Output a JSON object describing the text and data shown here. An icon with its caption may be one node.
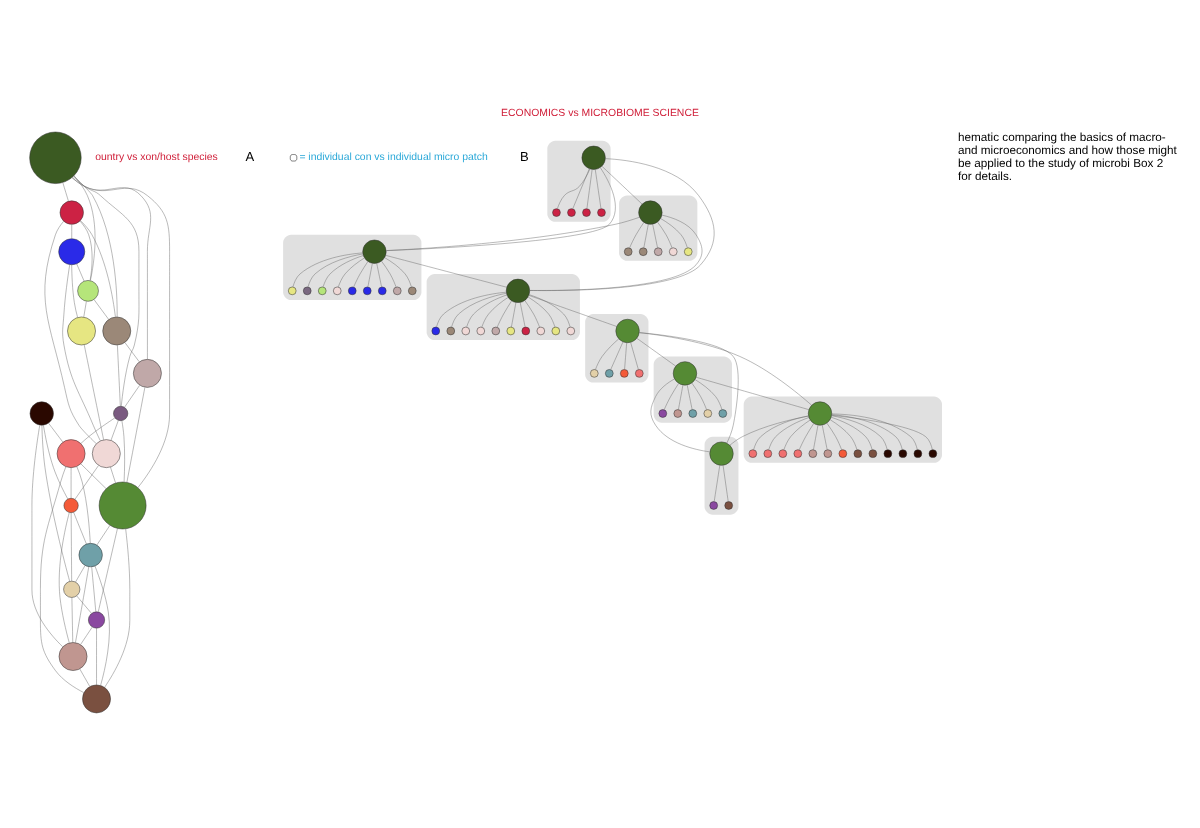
{
  "diagram": {
    "title": "ECONOMICS vs MICROBIOME SCIENCE",
    "caption": "hematic comparing the basics of macro- and microeconomics and how those might be applied to the study of microbi Box 2 for details.",
    "nodes": [
      {
        "text": [],
        "shape": "circle"
      },
      {
        "text": [],
        "shape": "circle"
      },
      {
        "text": [],
        "shape": "circle"
      },
      {
        "text": [],
        "shape": "circle"
      },
      {
        "text": [],
        "shape": "circle"
      },
      {
        "text": [],
        "shape": "circle"
      },
      {
        "text": [],
        "shape": "circle"
      },
      {
        "text": [],
        "shape": "circle"
      },
      {
        "text": [],
        "shape": "circle"
      },
      {
        "text": [],
        "shape": "circle"
      },
      {
        "text": [],
        "shape": "circle"
      },
      {
        "text": [],
        "shape": "circle"
      },
      {
        "text": [],
        "shape": "circle"
      },
      {
        "text": [],
        "shape": "circle"
      },
      {
        "text": [],
        "shape": "circle"
      },
      {
        "text": [],
        "shape": "circle"
      },
      {
        "text": [],
        "shape": "circle"
      },
      {
        "text": [],
        "shape": "circle"
      },
      {
        "text": [],
        "shape": "ellipse"
      },
      {
        "text": [],
        "shape": "circle",
        "in": 18
      },
      {
        "text": [],
        "shape": "circle",
        "in": 18
      },
      {
        "text": [],
        "shape": "circle",
        "in": 18
      },
      {
        "text": [],
        "shape": "circle",
        "in": 18
      },
      {
        "text": [],
        "shape": "circle",
        "in": 18
      },
      {
        "text": [],
        "shape": "ellipse"
      },
      {
        "text": [],
        "shape": "circle",
        "in": 24
      },
      {
        "text": [],
        "shape": "circle",
        "in": 24
      },
      {
        "text": [],
        "shape": "circle",
        "in": 24
      },
      {
        "text": [],
        "shape": "circle",
        "in": 24
      },
      {
        "text": [],
        "shape": "circle",
        "in": 24
      },
      {
        "text": [],
        "shape": "circle",
        "in": 24
      },
      {
        "text": [],
        "shape": "circle",
        "in": 24
      },
      {
        "text": [],
        "shape": "circle",
        "in": 24
      },
      {
        "text": [],
        "shape": "circle",
        "in": 24
      },
      {
        "text": [],
        "shape": "circle",
        "in": 24
      },
      {
        "text": [],
        "shape": "ellipse"
      },
      {
        "text": [],
        "shape": "circle",
        "in": 35
      },
      {
        "text": [],
        "shape": "circle",
        "in": 35
      },
      {
        "text": [],
        "shape": "circle",
        "in": 35
      },
      {
        "text": [],
        "shape": "circle",
        "in": 35
      },
      {
        "text": [],
        "shape": "circle",
        "in": 35
      },
      {
        "text": [],
        "shape": "circle",
        "in": 35
      },
      {
        "text": [],
        "shape": "ellipse"
      },
      {
        "text": [],
        "shape": "circle",
        "in": 42
      },
      {
        "text": [],
        "shape": "circle",
        "in": 42
      },
      {
        "text": [],
        "shape": "circle",
        "in": 42
      },
      {
        "text": [],
        "shape": "circle",
        "in": 42
      },
      {
        "text": [],
        "shape": "circle",
        "in": 42
      },
      {
        "text": [],
        "shape": "circle",
        "in": 42
      },
      {
        "text": [],
        "shape": "circle",
        "in": 42
      },
      {
        "text": [],
        "shape": "circle",
        "in": 42
      },
      {
        "text": [],
        "shape": "circle",
        "in": 42
      },
      {
        "text": [],
        "shape": "circle",
        "in": 42
      },
      {
        "text": [],
        "shape": "circle",
        "in": 42
      },
      {
        "text": [],
        "shape": "ellipse"
      },
      {
        "text": [],
        "shape": "circle",
        "in": 54
      },
      {
        "text": [],
        "shape": "circle",
        "in": 54
      },
      {
        "text": [],
        "shape": "circle",
        "in": 54
      },
      {
        "text": [],
        "shape": "circle",
        "in": 54
      },
      {
        "text": [],
        "shape": "circle",
        "in": 54
      },
      {
        "text": [],
        "shape": "ellipse"
      },
      {
        "text": [],
        "shape": "circle",
        "in": 60
      },
      {
        "text": [],
        "shape": "circle",
        "in": 60
      },
      {
        "text": [],
        "shape": "circle",
        "in": 60
      },
      {
        "text": [],
        "shape": "circle",
        "in": 60
      },
      {
        "text": [],
        "shape": "circle",
        "in": 60
      },
      {
        "text": [],
        "shape": "circle",
        "in": 60
      },
      {
        "text": [],
        "shape": "ellipse"
      },
      {
        "text": [],
        "shape": "circle",
        "in": 67
      },
      {
        "text": [],
        "shape": "circle",
        "in": 67
      },
      {
        "text": [],
        "shape": "circle",
        "in": 67
      },
      {
        "text": [],
        "shape": "ellipse"
      },
      {
        "text": [],
        "shape": "circle",
        "in": 71
      },
      {
        "text": [],
        "shape": "circle",
        "in": 71
      },
      {
        "text": [],
        "shape": "circle",
        "in": 71
      },
      {
        "text": [],
        "shape": "circle",
        "in": 71
      },
      {
        "text": [],
        "shape": "circle",
        "in": 71
      },
      {
        "text": [],
        "shape": "circle",
        "in": 71
      },
      {
        "text": [],
        "shape": "circle",
        "in": 71
      },
      {
        "text": [],
        "shape": "circle",
        "in": 71
      },
      {
        "text": [],
        "shape": "circle",
        "in": 71
      },
      {
        "text": [],
        "shape": "circle",
        "in": 71
      },
      {
        "text": [],
        "shape": "circle",
        "in": 71
      },
      {
        "text": [],
        "shape": "circle",
        "in": 71
      },
      {
        "text": [],
        "shape": "circle",
        "in": 71
      },
      {
        "text": [],
        "shape": "circle",
        "in": 71
      }
    ],
    "edges": [
      {
        "from": 0,
        "to": 1,
        "arrow": "none"
      },
      {
        "from": 0,
        "to": 3,
        "arrow": "none"
      },
      {
        "from": 0,
        "to": 4,
        "arrow": "none"
      },
      {
        "from": 0,
        "to": 6,
        "arrow": "none"
      },
      {
        "from": 0,
        "to": 7,
        "arrow": "none"
      },
      {
        "from": 0,
        "to": 12,
        "arrow": "none"
      },
      {
        "from": 1,
        "to": 2,
        "arrow": "none"
      },
      {
        "from": 1,
        "to": 3,
        "arrow": "none"
      },
      {
        "from": 1,
        "to": 4,
        "arrow": "none"
      },
      {
        "from": 1,
        "to": 8,
        "arrow": "none"
      },
      {
        "from": 2,
        "to": 3,
        "arrow": "none"
      },
      {
        "from": 2,
        "to": 5,
        "arrow": "none"
      },
      {
        "from": 2,
        "to": 8,
        "arrow": "none"
      },
      {
        "from": 3,
        "to": 4,
        "arrow": "none"
      },
      {
        "from": 3,
        "to": 5,
        "arrow": "none"
      },
      {
        "from": 4,
        "to": 6,
        "arrow": "none"
      },
      {
        "from": 4,
        "to": 7,
        "arrow": "none"
      },
      {
        "from": 5,
        "to": 8,
        "arrow": "none"
      },
      {
        "from": 6,
        "to": 7,
        "arrow": "none"
      },
      {
        "from": 7,
        "to": 8,
        "arrow": "none"
      },
      {
        "from": 6,
        "to": 12,
        "arrow": "none"
      },
      {
        "from": 7,
        "to": 12,
        "arrow": "none"
      },
      {
        "from": 8,
        "to": 12,
        "arrow": "none"
      },
      {
        "from": 7,
        "to": 10,
        "arrow": "none"
      },
      {
        "from": 8,
        "to": 11,
        "arrow": "none"
      },
      {
        "from": 10,
        "to": 12,
        "arrow": "none"
      },
      {
        "from": 10,
        "to": 11,
        "arrow": "none"
      },
      {
        "from": 9,
        "to": 10,
        "arrow": "none"
      },
      {
        "from": 9,
        "to": 11,
        "arrow": "none"
      },
      {
        "from": 9,
        "to": 14,
        "arrow": "none"
      },
      {
        "from": 9,
        "to": 16,
        "arrow": "none"
      },
      {
        "from": 12,
        "to": 13,
        "arrow": "none"
      },
      {
        "from": 12,
        "to": 15,
        "arrow": "none"
      },
      {
        "from": 12,
        "to": 17,
        "arrow": "none"
      },
      {
        "from": 10,
        "to": 13,
        "arrow": "none"
      },
      {
        "from": 10,
        "to": 17,
        "arrow": "none"
      },
      {
        "from": 11,
        "to": 13,
        "arrow": "none"
      },
      {
        "from": 11,
        "to": 14,
        "arrow": "none"
      },
      {
        "from": 11,
        "to": 16,
        "arrow": "none"
      },
      {
        "from": 13,
        "to": 14,
        "arrow": "none"
      },
      {
        "from": 13,
        "to": 15,
        "arrow": "none"
      },
      {
        "from": 13,
        "to": 16,
        "arrow": "none"
      },
      {
        "from": 13,
        "to": 17,
        "arrow": "none"
      },
      {
        "from": 14,
        "to": 15,
        "arrow": "none"
      },
      {
        "from": 14,
        "to": 16,
        "arrow": "none"
      },
      {
        "from": 15,
        "to": 16,
        "arrow": "none"
      },
      {
        "from": 15,
        "to": 17,
        "arrow": "none"
      },
      {
        "from": 16,
        "to": 17,
        "arrow": "none"
      },
      {
        "from": 19,
        "to": 36,
        "arrow": "none"
      },
      {
        "from": 19,
        "to": 25,
        "arrow": "none"
      },
      {
        "from": 36,
        "to": 25,
        "arrow": "none"
      },
      {
        "from": 19,
        "to": 43,
        "arrow": "none"
      },
      {
        "from": 36,
        "to": 43,
        "arrow": "none"
      },
      {
        "from": 25,
        "to": 43,
        "arrow": "none"
      },
      {
        "from": 43,
        "to": 55,
        "arrow": "none"
      },
      {
        "from": 55,
        "to": 61,
        "arrow": "none"
      },
      {
        "from": 55,
        "to": 68,
        "arrow": "none"
      },
      {
        "from": 55,
        "to": 72,
        "arrow": "none"
      },
      {
        "from": 61,
        "to": 72,
        "arrow": "none"
      },
      {
        "from": 61,
        "to": 68,
        "arrow": "none"
      },
      {
        "from": 72,
        "to": 68,
        "arrow": "none"
      },
      {
        "from": 19,
        "to": 20,
        "arrow": "none"
      },
      {
        "from": 19,
        "to": 21,
        "arrow": "none"
      },
      {
        "from": 19,
        "to": 22,
        "arrow": "none"
      },
      {
        "from": 19,
        "to": 23,
        "arrow": "none"
      },
      {
        "from": 25,
        "to": 26,
        "arrow": "none"
      },
      {
        "from": 25,
        "to": 27,
        "arrow": "none"
      },
      {
        "from": 25,
        "to": 28,
        "arrow": "none"
      },
      {
        "from": 25,
        "to": 29,
        "arrow": "none"
      },
      {
        "from": 25,
        "to": 30,
        "arrow": "none"
      },
      {
        "from": 25,
        "to": 31,
        "arrow": "none"
      },
      {
        "from": 25,
        "to": 32,
        "arrow": "none"
      },
      {
        "from": 25,
        "to": 33,
        "arrow": "none"
      },
      {
        "from": 25,
        "to": 34,
        "arrow": "none"
      },
      {
        "from": 36,
        "to": 37,
        "arrow": "none"
      },
      {
        "from": 36,
        "to": 38,
        "arrow": "none"
      },
      {
        "from": 36,
        "to": 39,
        "arrow": "none"
      },
      {
        "from": 36,
        "to": 40,
        "arrow": "none"
      },
      {
        "from": 36,
        "to": 41,
        "arrow": "none"
      },
      {
        "from": 43,
        "to": 44,
        "arrow": "none"
      },
      {
        "from": 43,
        "to": 45,
        "arrow": "none"
      },
      {
        "from": 43,
        "to": 46,
        "arrow": "none"
      },
      {
        "from": 43,
        "to": 47,
        "arrow": "none"
      },
      {
        "from": 43,
        "to": 48,
        "arrow": "none"
      },
      {
        "from": 43,
        "to": 49,
        "arrow": "none"
      },
      {
        "from": 43,
        "to": 50,
        "arrow": "none"
      },
      {
        "from": 43,
        "to": 51,
        "arrow": "none"
      },
      {
        "from": 43,
        "to": 52,
        "arrow": "none"
      },
      {
        "from": 43,
        "to": 53,
        "arrow": "none"
      },
      {
        "from": 55,
        "to": 56,
        "arrow": "none"
      },
      {
        "from": 55,
        "to": 57,
        "arrow": "none"
      },
      {
        "from": 55,
        "to": 58,
        "arrow": "none"
      },
      {
        "from": 55,
        "to": 59,
        "arrow": "none"
      },
      {
        "from": 61,
        "to": 62,
        "arrow": "none"
      },
      {
        "from": 61,
        "to": 63,
        "arrow": "none"
      },
      {
        "from": 61,
        "to": 64,
        "arrow": "none"
      },
      {
        "from": 61,
        "to": 65,
        "arrow": "none"
      },
      {
        "from": 61,
        "to": 66,
        "arrow": "none"
      },
      {
        "from": 68,
        "to": 69,
        "arrow": "none"
      },
      {
        "from": 68,
        "to": 70,
        "arrow": "none"
      },
      {
        "from": 72,
        "to": 73,
        "arrow": "none"
      },
      {
        "from": 72,
        "to": 74,
        "arrow": "none"
      },
      {
        "from": 72,
        "to": 75,
        "arrow": "none"
      },
      {
        "from": 72,
        "to": 76,
        "arrow": "none"
      },
      {
        "from": 72,
        "to": 77,
        "arrow": "none"
      },
      {
        "from": 72,
        "to": 78,
        "arrow": "none"
      },
      {
        "from": 72,
        "to": 79,
        "arrow": "none"
      },
      {
        "from": 72,
        "to": 80,
        "arrow": "none"
      },
      {
        "from": 72,
        "to": 81,
        "arrow": "none"
      },
      {
        "from": 72,
        "to": 82,
        "arrow": "none"
      },
      {
        "from": 72,
        "to": 83,
        "arrow": "none"
      },
      {
        "from": 72,
        "to": 84,
        "arrow": "none"
      },
      {
        "from": 72,
        "to": 85,
        "arrow": "none"
      }
    ],
    "labels": [
      "A",
      "ountry vs xon/host species",
      "B"
    ],
    "legend": [
      {
        "text": "= individual con vs individual micro patch"
      }
    ]
  }
}
